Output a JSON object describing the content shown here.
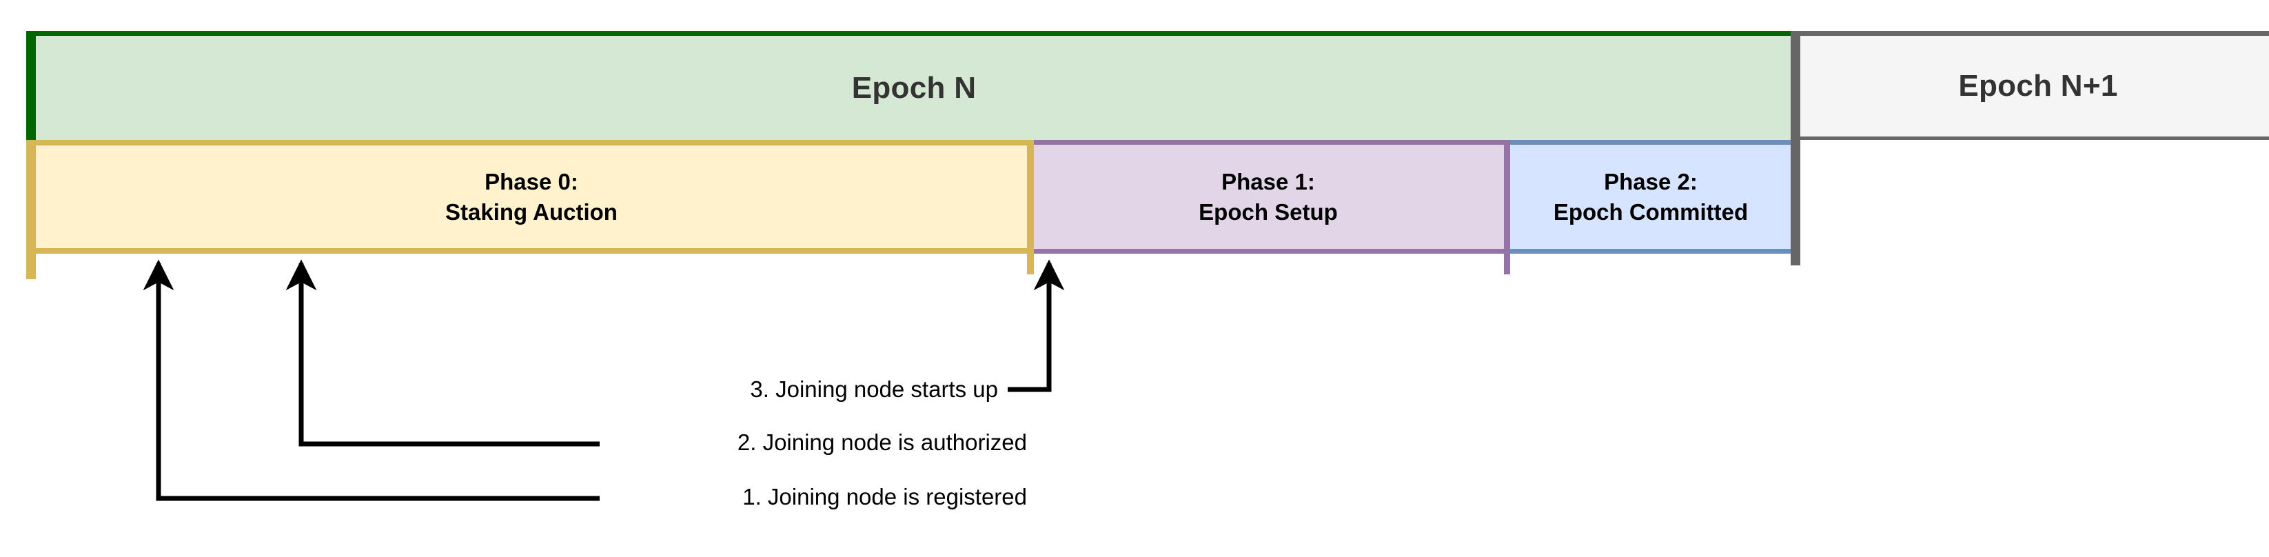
{
  "diagram": {
    "title": "Epoch phase timeline with joining node callouts",
    "epochs": [
      {
        "id": "epoch-n",
        "label": "Epoch N",
        "fill": "#D5E8D4",
        "stroke": "#006600"
      },
      {
        "id": "epoch-n1",
        "label": "Epoch N+1",
        "fill": "#F5F5F5",
        "stroke": "#666666"
      }
    ],
    "phases": [
      {
        "id": "phase-0",
        "line1": "Phase 0:",
        "line2": "Staking Auction",
        "fill": "#FFF2CC",
        "stroke": "#D6B656"
      },
      {
        "id": "phase-1",
        "line1": "Phase 1:",
        "line2": "Epoch Setup",
        "fill": "#E1D5E7",
        "stroke": "#9673A6"
      },
      {
        "id": "phase-2",
        "line1": "Phase 2:",
        "line2": "Epoch Committed",
        "fill": "#D6E4FF",
        "stroke": "#6C8EBF"
      }
    ],
    "callouts": [
      {
        "id": "callout-1",
        "text": "1. Joining node is registered"
      },
      {
        "id": "callout-2",
        "text": "2. Joining node is authorized"
      },
      {
        "id": "callout-3",
        "text": "3. Joining node starts up"
      }
    ],
    "colors": {
      "epoch_n_fill": "#D5E8D4",
      "epoch_n_stroke": "#006600",
      "epoch_n1_fill": "#F5F5F5",
      "epoch_n1_stroke": "#666666",
      "phase0_fill": "#FFF2CC",
      "phase0_stroke": "#D6B656",
      "phase1_fill": "#E1D5E7",
      "phase1_stroke": "#9673A6",
      "phase2_fill": "#D6E4FF",
      "phase2_stroke": "#6C8EBF",
      "connector": "#000000",
      "label_text": "#000000",
      "epoch_text": "#333333"
    }
  }
}
